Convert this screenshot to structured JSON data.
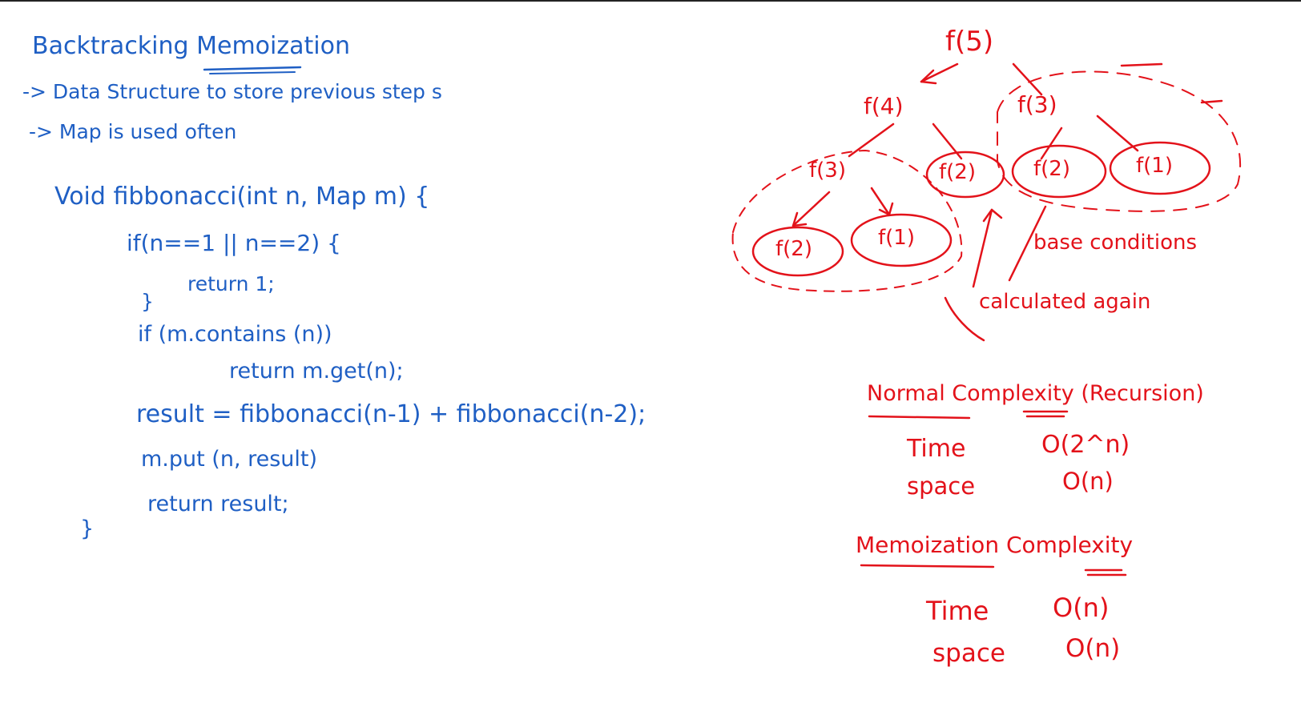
{
  "colors": {
    "blue_ink": "#1f5fc4",
    "red_ink": "#e3121a"
  },
  "notes": {
    "title": "Backtracking Memoization",
    "bullets": [
      "-> Data Structure to store previous step s",
      "-> Map is used often"
    ]
  },
  "code": {
    "signature": "Void fibbonacci(int n, Map m) {",
    "if_line": "if(n==1 || n==2) {",
    "return_one": "return 1;",
    "close_if": "}",
    "if_contains": "if (m.contains (n))",
    "return_get": "return m.get(n);",
    "result_line": "result = fibbonacci(n-1) + fibbonacci(n-2);",
    "put_line": "m.put (n, result)",
    "return_result": "return result;",
    "close_fn": "}"
  },
  "tree": {
    "root": "f(5)",
    "left_child": "f(4)",
    "right_child": "f(3)",
    "left_left": "f(3)",
    "left_right": "f(2)",
    "right_left": "f(2)",
    "right_right": "f(1)",
    "leaf_a": "f(2)",
    "leaf_b": "f(1)",
    "label_base": "base conditions",
    "label_again": "calculated again"
  },
  "complexity": {
    "normal_heading": "Normal Complexity (Recursion)",
    "normal_time_label": "Time",
    "normal_time_value": "O(2^n)",
    "normal_space_label": "space",
    "normal_space_value": "O(n)",
    "memo_heading": "Memoization Complexity",
    "memo_time_label": "Time",
    "memo_time_value": "O(n)",
    "memo_space_label": "space",
    "memo_space_value": "O(n)"
  }
}
